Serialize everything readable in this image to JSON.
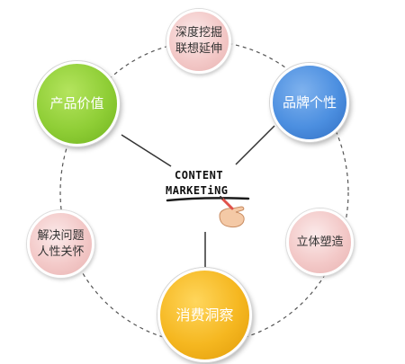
{
  "diagram": {
    "center": {
      "line1": "CONTENT",
      "line2": "MARKETiNG"
    },
    "nodes": [
      {
        "id": "deep",
        "lines": [
          "深度挖掘",
          "联想延伸"
        ],
        "color": "pink"
      },
      {
        "id": "product",
        "lines": [
          "产品价值"
        ],
        "color": "green"
      },
      {
        "id": "brand",
        "lines": [
          "品牌个性"
        ],
        "color": "blue"
      },
      {
        "id": "problem",
        "lines": [
          "解决问题",
          "人性关怀"
        ],
        "color": "pink"
      },
      {
        "id": "stand",
        "lines": [
          "立体塑造"
        ],
        "color": "pink"
      },
      {
        "id": "insight",
        "lines": [
          "消费洞察"
        ],
        "color": "yellow"
      }
    ]
  },
  "colors": {
    "pink": "#f3c9c8",
    "green": "#8fce36",
    "blue": "#4c8fe0",
    "yellow": "#f5b720",
    "line": "#333333"
  },
  "icons": {
    "center": "hand-writing-icon"
  }
}
